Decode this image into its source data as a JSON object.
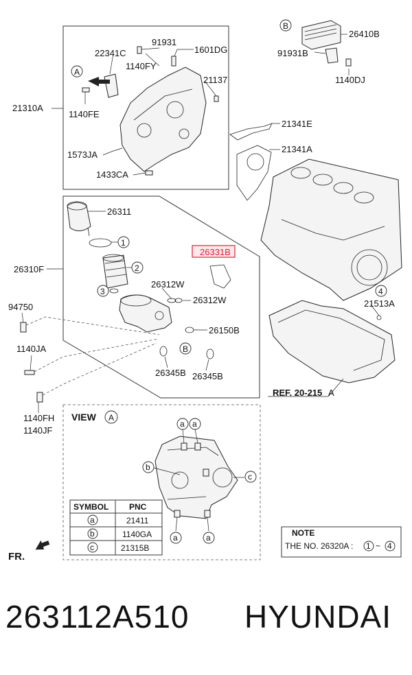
{
  "labels": {
    "p22341C": "22341C",
    "p91931": "91931",
    "p1601DG": "1601DG",
    "p1140FY": "1140FY",
    "p21137": "21137",
    "p21310A": "21310A",
    "p1140FE": "1140FE",
    "p1573JA": "1573JA",
    "p1433CA": "1433CA",
    "p26410B": "26410B",
    "p91931B": "91931B",
    "p1140DJ": "1140DJ",
    "p21341E": "21341E",
    "p21341A": "21341A",
    "p26311": "26311",
    "p26310F": "26310F",
    "p26331B": "26331B",
    "p26312W_a": "26312W",
    "p26312W_b": "26312W",
    "p26150B": "26150B",
    "p26345B_a": "26345B",
    "p26345B_b": "26345B",
    "p94750": "94750",
    "p1140JA": "1140JA",
    "p1140FH": "1140FH",
    "p1140JF": "1140JF",
    "p21513A": "21513A",
    "ref": "REF. 20-215",
    "fr": "FR."
  },
  "callouts": {
    "A": "A",
    "B": "B",
    "n1": "1",
    "n2": "2",
    "n3": "3",
    "n4": "4",
    "a": "a",
    "b": "b",
    "c": "c"
  },
  "view": {
    "title": "VIEW",
    "letter": "A",
    "table": {
      "headers": [
        "SYMBOL",
        "PNC"
      ],
      "rows": [
        {
          "symbol": "a",
          "pnc": "21411"
        },
        {
          "symbol": "b",
          "pnc": "1140GA"
        },
        {
          "symbol": "c",
          "pnc": "21315B"
        }
      ]
    }
  },
  "note": {
    "title": "NOTE",
    "text": "THE NO. 26320A :",
    "from": "1",
    "tilde": "~",
    "to": "4"
  },
  "footer": {
    "part_number": "263112A510",
    "brand": "HYUNDAI"
  },
  "colors": {
    "highlight": "#e0203a",
    "line": "#222222"
  }
}
